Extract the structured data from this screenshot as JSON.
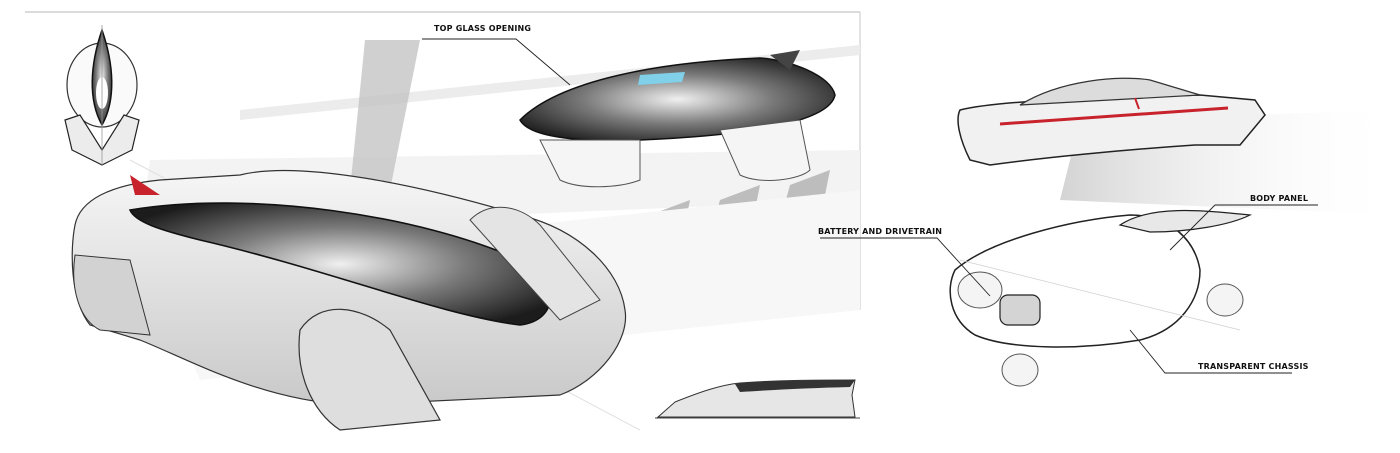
{
  "sheet": {
    "type": "concept car design sketch sheet",
    "accent_color": "#c8232c",
    "glass_color": "#7fd0e8",
    "ink_color": "#1a1a1a"
  },
  "labels": {
    "top_glass_opening": "TOP GLASS OPENING",
    "battery_and_drivetrain": "BATTERY AND DRIVETRAIN",
    "body_panel": "BODY PANEL",
    "transparent_chassis": "TRANSPARENT CHASSIS"
  },
  "views": [
    {
      "id": "front-view",
      "desc": "front elevation of the car"
    },
    {
      "id": "hero-perspective",
      "desc": "large 3/4 front perspective"
    },
    {
      "id": "top-perspective",
      "desc": "3/4 view showing the top glass opening"
    },
    {
      "id": "rear-view",
      "desc": "rear 3/4 view with red light bar"
    },
    {
      "id": "side-view",
      "desc": "small side profile"
    },
    {
      "id": "chassis-view",
      "desc": "transparent chassis and drivetrain exploded view"
    }
  ]
}
